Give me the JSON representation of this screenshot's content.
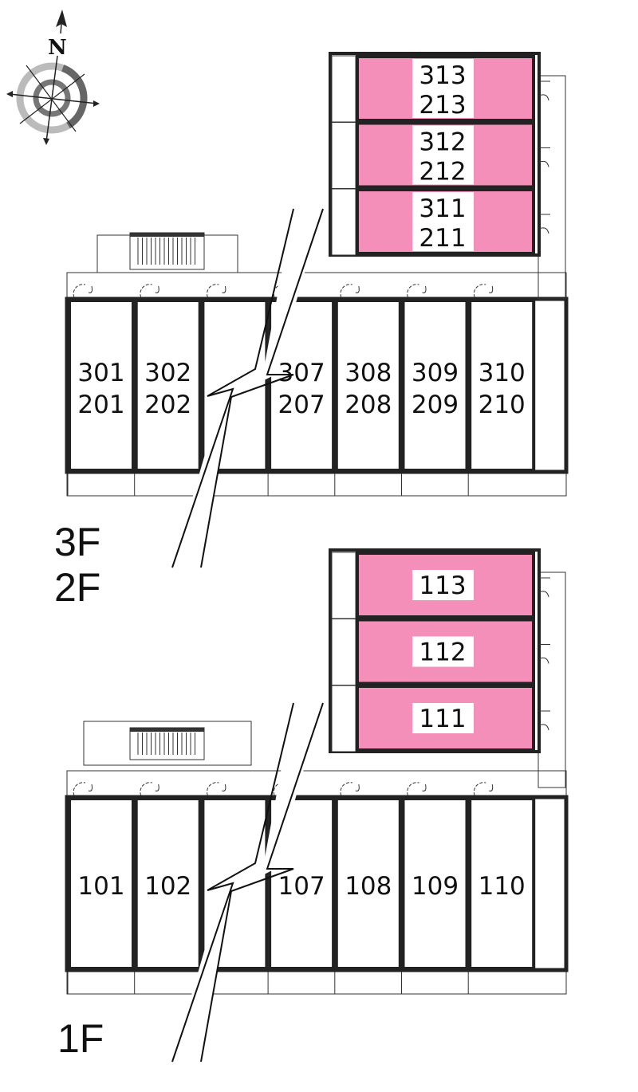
{
  "compass": {
    "label": "N"
  },
  "colors": {
    "highlight": "#f48fb9",
    "wall": "#222222",
    "line": "#333333"
  },
  "floors": {
    "upper_labels": [
      "3F",
      "2F"
    ],
    "ground_label": "1F"
  },
  "upper": {
    "row_units": [
      [
        "301",
        "201"
      ],
      [
        "302",
        "202"
      ],
      [],
      [
        "307",
        "207"
      ],
      [
        "308",
        "208"
      ],
      [
        "309",
        "209"
      ],
      [
        "310",
        "210"
      ]
    ],
    "wing_units": [
      [
        "313",
        "213"
      ],
      [
        "312",
        "212"
      ],
      [
        "311",
        "211"
      ]
    ]
  },
  "ground": {
    "row_units": [
      [
        "101"
      ],
      [
        "102"
      ],
      [],
      [
        "107"
      ],
      [
        "108"
      ],
      [
        "109"
      ],
      [
        "110"
      ]
    ],
    "wing_units": [
      [
        "113"
      ],
      [
        "112"
      ],
      [
        "111"
      ]
    ]
  }
}
